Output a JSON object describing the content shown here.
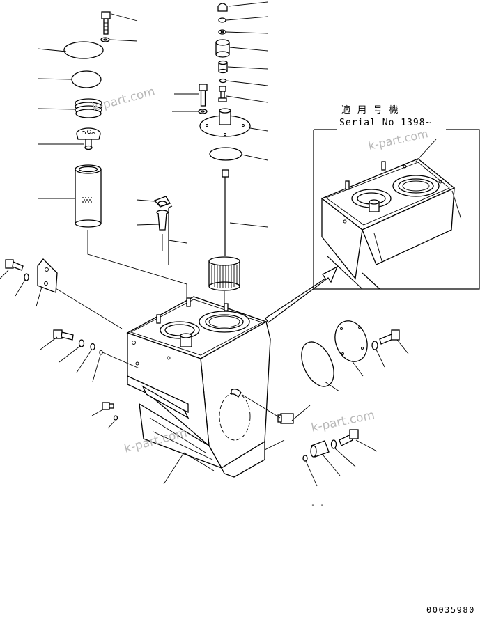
{
  "serial_box": {
    "title": "適 用 号 機",
    "serial": "Serial No 1398~"
  },
  "watermarks": [
    "k-part.com",
    "k-part.com",
    "k-part.com",
    "k-part.com"
  ],
  "drawing_number": "00035980",
  "fragment_mark": "- -"
}
